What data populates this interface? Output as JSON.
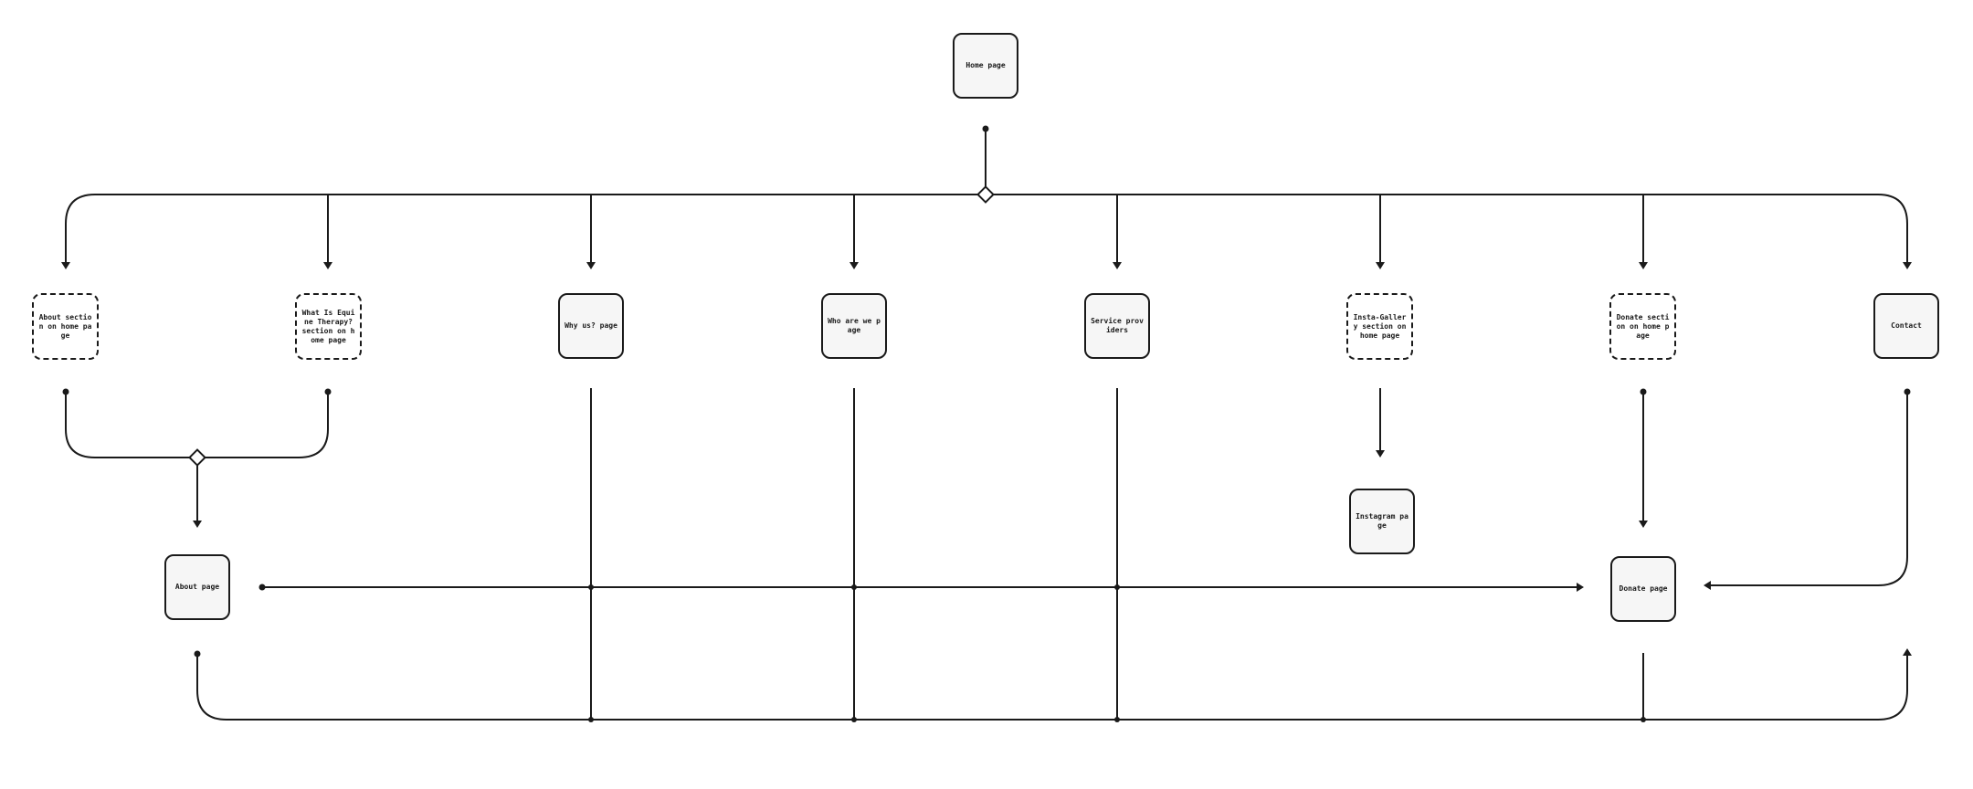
{
  "nodes": {
    "home": "Home page",
    "about_section": "About section on home page",
    "equine_section": "What Is Equine Therapy? section on home page",
    "why_us": "Why us? page",
    "who_are_we": "Who are we page",
    "service_providers": "Service providers",
    "insta_gallery": "Insta-Gallery section on home page",
    "donate_section": "Donate section on home page",
    "contact": "Contact",
    "instagram": "Instagram page",
    "about_page": "About page",
    "donate_page": "Donate page"
  }
}
